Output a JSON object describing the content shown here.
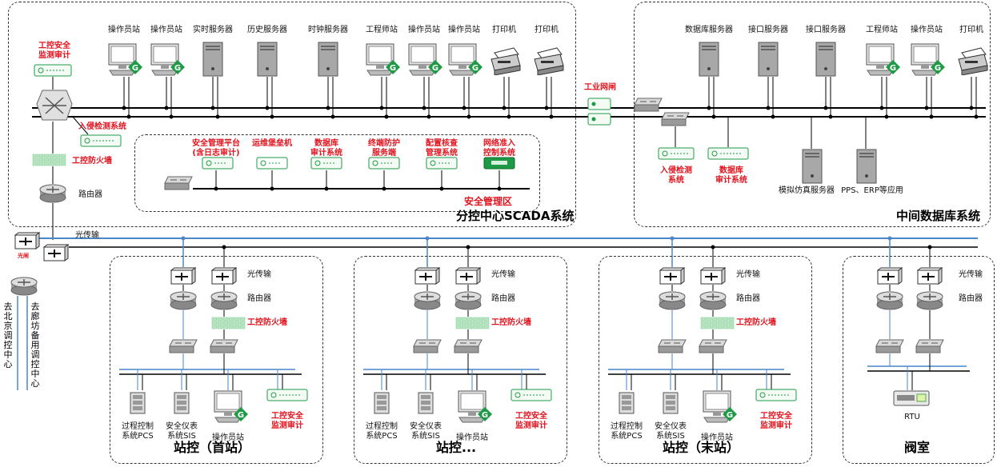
{
  "scada": {
    "title": "分控中心SCADA系统",
    "top_devices": [
      "操作员站",
      "操作员站",
      "实时服务器",
      "历史服务器",
      "时钟服务器",
      "工程师站",
      "操作员站",
      "操作员站",
      "打印机",
      "打印机"
    ],
    "audit": "工控安全\n监测审计",
    "ids": "入侵检测系统",
    "firewall": "工控防火墙",
    "router": "路由器",
    "gateway": "工业网闸"
  },
  "security_zone": {
    "title": "安全管理区",
    "items": [
      "安全管理平台\n(含日志审计)",
      "运维堡垒机",
      "数据库\n审计系统",
      "终端防护\n服务端",
      "配置核查\n管理系统",
      "网络准入\n控制系统"
    ]
  },
  "db_system": {
    "title": "中间数据库系统",
    "top_devices": [
      "数据库服务器",
      "接口服务器",
      "接口服务器",
      "工程师站",
      "操作员站",
      "打印机"
    ],
    "ids": "入侵检测\n系统",
    "db_audit": "数据库\n审计系统",
    "sim_server": "模拟仿真服务器",
    "pps_erp": "PPS、ERP等应用"
  },
  "backbone": {
    "optical": "光传输",
    "beijing": "去北京调控中心",
    "langfang": "去廊坊备用调控中心",
    "small_red": "光闸"
  },
  "stations": [
    {
      "title": "站控（首站）"
    },
    {
      "title": "站控..."
    },
    {
      "title": "站控（末站）"
    }
  ],
  "station_labels": {
    "optical": "光传输",
    "router": "路由器",
    "firewall": "工控防火墙",
    "pcs": "过程控制\n系统PCS",
    "sis": "安全仪表\n系统SIS",
    "op": "操作员站",
    "audit": "工控安全\n监测审计"
  },
  "valve": {
    "title": "阀室",
    "optical": "光传输",
    "router": "路由器",
    "rtu": "RTU"
  }
}
